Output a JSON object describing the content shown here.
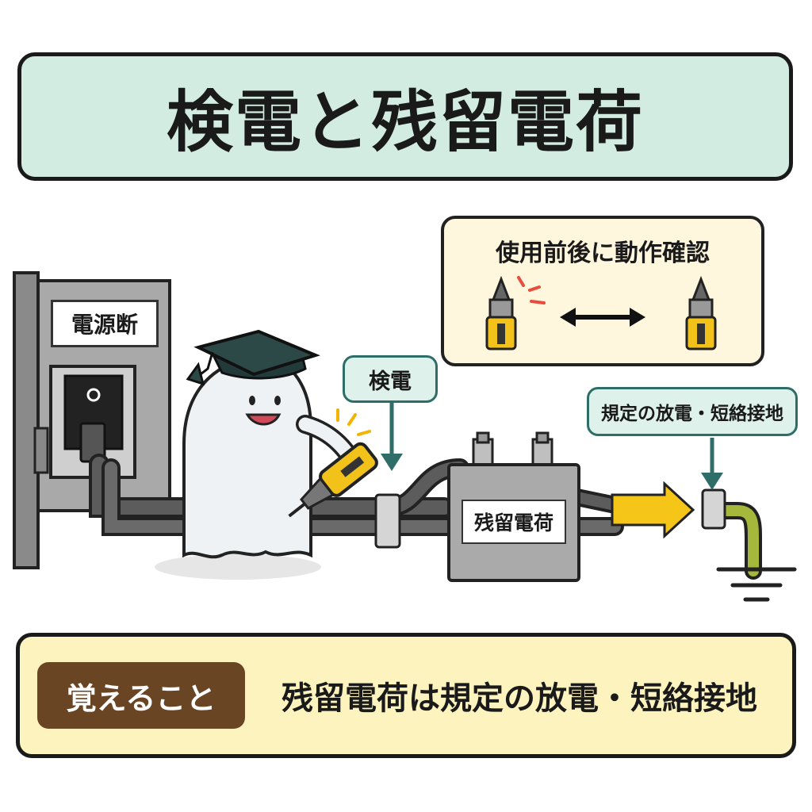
{
  "title": "検電と残留電荷",
  "panel_label": "電源断",
  "tester_tag": "検電",
  "discharge_tag": "規定の放電・短絡接地",
  "device_label": "残留電荷",
  "callout": {
    "title": "使用前後に動作確認"
  },
  "memo": {
    "badge": "覚えること",
    "text": "残留電荷は規定の放電・短絡接地"
  },
  "colors": {
    "title_bg": "#d3ece2",
    "callout_bg": "#fff7dd",
    "memo_bg": "#fdf3bf",
    "badge_bg": "#6a4524",
    "arrow": "#f5c518",
    "ground_wire": "#a6b83c",
    "tag_border": "#2f6e68"
  },
  "icons": [
    "graduation-cap-icon",
    "voltage-tester-icon",
    "double-arrow-icon",
    "ground-symbol-icon",
    "flow-arrow-icon"
  ]
}
